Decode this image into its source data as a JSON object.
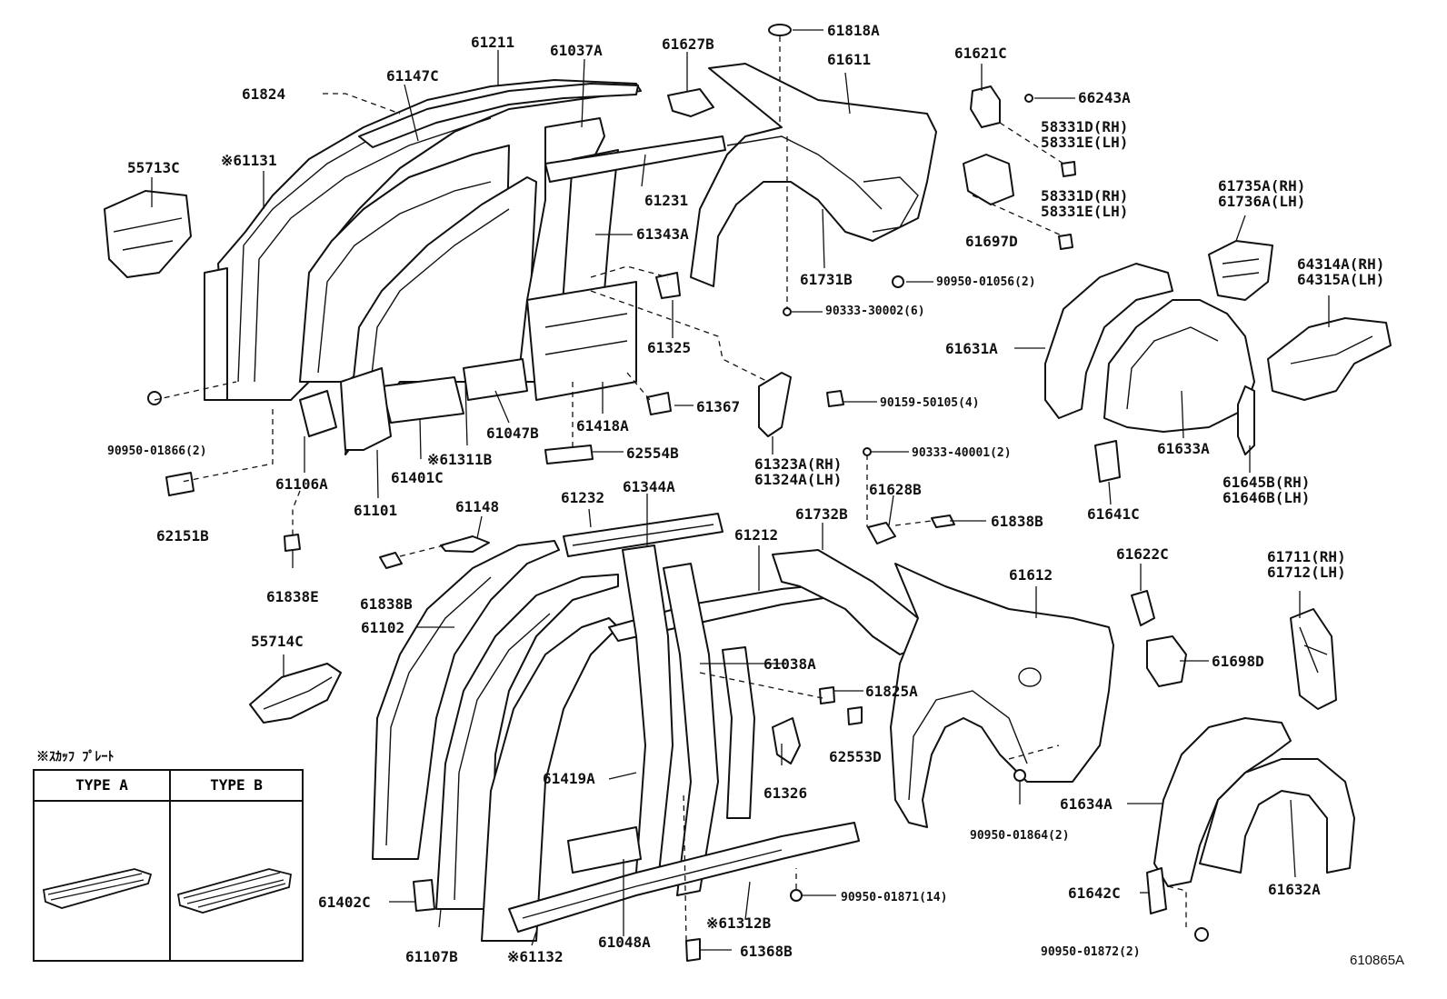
{
  "diagram_code": "610865A",
  "callouts": [
    {
      "id": "c1",
      "text": "61211"
    },
    {
      "id": "c2",
      "text": "61037A"
    },
    {
      "id": "c3",
      "text": "61627B"
    },
    {
      "id": "c4",
      "text": "61818A"
    },
    {
      "id": "c5",
      "text": "61611"
    },
    {
      "id": "c6",
      "text": "61621C"
    },
    {
      "id": "c7",
      "text": "66243A"
    },
    {
      "id": "c8",
      "text": "58331D(RH)\n58331E(LH)"
    },
    {
      "id": "c9",
      "text": "58331D(RH)\n58331E(LH)"
    },
    {
      "id": "c10",
      "text": "61697D"
    },
    {
      "id": "c11",
      "text": "61147C"
    },
    {
      "id": "c12",
      "text": "61824"
    },
    {
      "id": "c13",
      "text": "55713C"
    },
    {
      "id": "c14",
      "text": "※61131"
    },
    {
      "id": "c15",
      "text": "61231"
    },
    {
      "id": "c16",
      "text": "61343A"
    },
    {
      "id": "c17",
      "text": "61731B"
    },
    {
      "id": "c18",
      "text": "90950-01056(2)"
    },
    {
      "id": "c19",
      "text": "90333-30002(6)"
    },
    {
      "id": "c20",
      "text": "61735A(RH)\n61736A(LH)"
    },
    {
      "id": "c21",
      "text": "64314A(RH)\n64315A(LH)"
    },
    {
      "id": "c22",
      "text": "61631A"
    },
    {
      "id": "c23",
      "text": "61325"
    },
    {
      "id": "c24",
      "text": "61367"
    },
    {
      "id": "c25",
      "text": "90159-50105(4)"
    },
    {
      "id": "c26",
      "text": "61047B"
    },
    {
      "id": "c27",
      "text": "61418A"
    },
    {
      "id": "c28",
      "text": "62554B"
    },
    {
      "id": "c29",
      "text": "61323A(RH)\n61324A(LH)"
    },
    {
      "id": "c30",
      "text": "90333-40001(2)"
    },
    {
      "id": "c31",
      "text": "61633A"
    },
    {
      "id": "c32",
      "text": "61645B(RH)\n61646B(LH)"
    },
    {
      "id": "c33",
      "text": "61641C"
    },
    {
      "id": "c34",
      "text": "90950-01866(2)"
    },
    {
      "id": "c35",
      "text": "61106A"
    },
    {
      "id": "c36",
      "text": "61401C"
    },
    {
      "id": "c37",
      "text": "※61311B"
    },
    {
      "id": "c38",
      "text": "61101"
    },
    {
      "id": "c39",
      "text": "62151B"
    },
    {
      "id": "c40",
      "text": "61148"
    },
    {
      "id": "c41",
      "text": "61232"
    },
    {
      "id": "c42",
      "text": "61344A"
    },
    {
      "id": "c43",
      "text": "61212"
    },
    {
      "id": "c44",
      "text": "61732B"
    },
    {
      "id": "c45",
      "text": "61628B"
    },
    {
      "id": "c46",
      "text": "61838B"
    },
    {
      "id": "c47",
      "text": "61612"
    },
    {
      "id": "c48",
      "text": "61622C"
    },
    {
      "id": "c49",
      "text": "61711(RH)\n61712(LH)"
    },
    {
      "id": "c50",
      "text": "61838E"
    },
    {
      "id": "c51",
      "text": "61838B"
    },
    {
      "id": "c52",
      "text": "61102"
    },
    {
      "id": "c53",
      "text": "55714C"
    },
    {
      "id": "c54",
      "text": "61038A"
    },
    {
      "id": "c55",
      "text": "61825A"
    },
    {
      "id": "c56",
      "text": "62553D"
    },
    {
      "id": "c57",
      "text": "61326"
    },
    {
      "id": "c58",
      "text": "61698D"
    },
    {
      "id": "c59",
      "text": "61419A"
    },
    {
      "id": "c60",
      "text": "90950-01864(2)"
    },
    {
      "id": "c61",
      "text": "61634A"
    },
    {
      "id": "c62",
      "text": "61402C"
    },
    {
      "id": "c63",
      "text": "90950-01871(14)"
    },
    {
      "id": "c64",
      "text": "61642C"
    },
    {
      "id": "c65",
      "text": "61632A"
    },
    {
      "id": "c66",
      "text": "※61312B"
    },
    {
      "id": "c67",
      "text": "61107B"
    },
    {
      "id": "c68",
      "text": "※61132"
    },
    {
      "id": "c69",
      "text": "61048A"
    },
    {
      "id": "c70",
      "text": "61368B"
    },
    {
      "id": "c71",
      "text": "90950-01872(2)"
    }
  ],
  "inset": {
    "title": "※ｽｶｯﾌ ﾌﾟﾚｰﾄ",
    "type_a": "TYPE A",
    "type_b": "TYPE B"
  }
}
